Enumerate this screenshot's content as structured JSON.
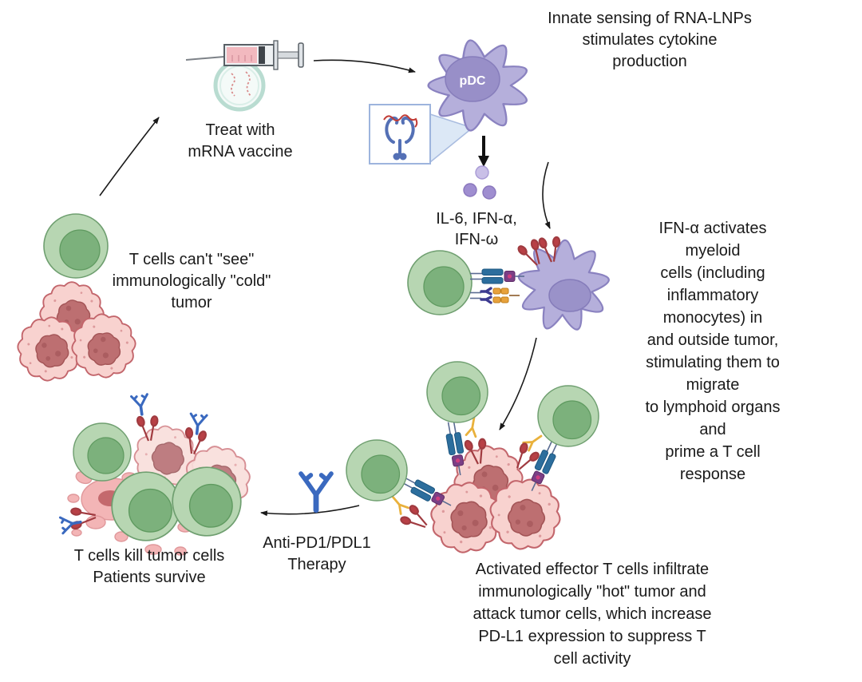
{
  "title": "mRNA vaccine anti-tumor immunity cycle diagram",
  "labels": {
    "innate": "Innate sensing of RNA-LNPs\nstimulates cytokine production",
    "treat": "Treat with\nmRNA vaccine",
    "pdc": "pDC",
    "cytokines": "IL-6, IFN-α,\nIFN-ω",
    "myeloid": "IFN-α activates myeloid\ncells (including\ninflammatory monocytes) in\nand outside tumor,\nstimulating them to migrate\nto lymphoid organs and\nprime a T cell response",
    "hot": "Activated effector T cells infiltrate\nimmunologically \"hot\" tumor and\nattack tumor cells, which increase\nPD-L1 expression to suppress T\ncell activity",
    "therapy": "Anti-PD1/PDL1\nTherapy",
    "kill": "T cells kill tumor cells\nPatients survive",
    "cold": "T cells can't \"see\"\nimmunologically \"cold\"\ntumor"
  },
  "colors": {
    "background": "#ffffff",
    "text": "#1a1a1a",
    "t_cell": "#b7d6b2",
    "t_cell_border": "#6f9f70",
    "t_cell_nucleus": "#7cb17c",
    "t_cell_nucleus_border": "#5f9a60",
    "tumor": "#f8d2cf",
    "tumor_border": "#c3666c",
    "tumor_nucleus": "#bd6f71",
    "myeloid": "#b5afdb",
    "myeloid_border": "#8a82c0",
    "myeloid_nucleus": "#988fc8",
    "cytokine": "#9f8ed0",
    "cytokine_light": "#c9bfe7",
    "antibody_blue": "#3a69bf",
    "pd_l1_red": "#b84046",
    "pd_1_yellow": "#e9b13c",
    "tcr_blue": "#2c6e9d",
    "mhc_purple": "#7b3f85",
    "costim_orange": "#e8a23c",
    "costim_indigo": "#3c3a90",
    "lnp_ring": "#b9dcd1",
    "mrna_red": "#d98b8b",
    "arrow": "#1a1a1a",
    "inset_border": "#9db4dd",
    "tlr_blue": "#5470b5"
  }
}
